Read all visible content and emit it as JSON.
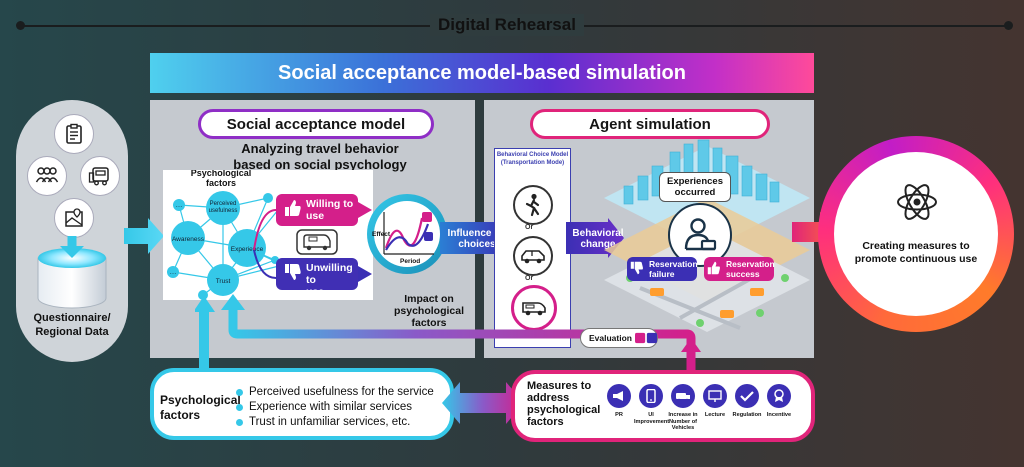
{
  "header": {
    "title": "Digital Rehearsal"
  },
  "banner": {
    "title": "Social acceptance model-based simulation"
  },
  "data_source": {
    "label_line1": "Questionnaire/",
    "label_line2": "Regional Data"
  },
  "social_acceptance": {
    "title": "Social acceptance model",
    "subtitle_line1": "Analyzing travel behavior",
    "subtitle_line2": "based on social psychology",
    "network_title_line1": "Psychological",
    "network_title_line2": "factors",
    "nodes": {
      "perceived_line1": "Perceived",
      "perceived_line2": "usefulness",
      "awareness": "Awareness",
      "experience": "Experience",
      "trust": "Trust",
      "ellipsis": "…"
    },
    "willing_line1": "Willing to",
    "willing_line2": "use",
    "unwilling_line1": "Unwilling to",
    "unwilling_line2": "use",
    "chart_effect": "Effect",
    "chart_period": "Period",
    "impact_line1": "Impact on",
    "impact_line2": "psychological",
    "impact_line3": "factors",
    "influence_line1": "Influence on",
    "influence_line2": "choices"
  },
  "agent_simulation": {
    "title": "Agent simulation",
    "bcm_title_line1": "Behavioral Choice Model",
    "bcm_title_line2": "(Transportation Mode)",
    "or_text": "Or",
    "behavioral_change_line1": "Behavioral",
    "behavioral_change_line2": "change",
    "experiences_line1": "Experiences",
    "experiences_line2": "occurred",
    "reservation_failure_line1": "Reservation",
    "reservation_failure_line2": "failure",
    "reservation_success_line1": "Reservation",
    "reservation_success_line2": "success"
  },
  "evaluation": {
    "label": "Evaluation"
  },
  "outcome": {
    "line1": "Creating measures to",
    "line2": "promote continuous use"
  },
  "psychological_factors": {
    "title_line1": "Psychological",
    "title_line2": "factors",
    "items": [
      "Perceived usefulness for the service",
      "Experience with similar services",
      "Trust in unfamiliar services, etc."
    ]
  },
  "measures": {
    "title_lines": [
      "Measures to",
      "address",
      "psychological",
      "factors"
    ],
    "items": [
      {
        "line1": "PR",
        "line2": "",
        "line3": "",
        "icon": "megaphone-icon"
      },
      {
        "line1": "UI",
        "line2": "Improvement",
        "line3": "",
        "icon": "smartphone-icon"
      },
      {
        "line1": "Increase in",
        "line2": "Number of",
        "line3": "Vehicles",
        "icon": "vehicles-icon"
      },
      {
        "line1": "Lecture",
        "line2": "",
        "line3": "",
        "icon": "lecture-icon"
      },
      {
        "line1": "Regulation",
        "line2": "",
        "line3": "",
        "icon": "checkmark-icon"
      },
      {
        "line1": "Incentive",
        "line2": "",
        "line3": "",
        "icon": "incentive-icon"
      }
    ]
  },
  "colors": {
    "cyan": "#35c8e8",
    "magenta": "#d41f8a",
    "indigo": "#3b2fb4",
    "orange": "#ff6a3a"
  }
}
